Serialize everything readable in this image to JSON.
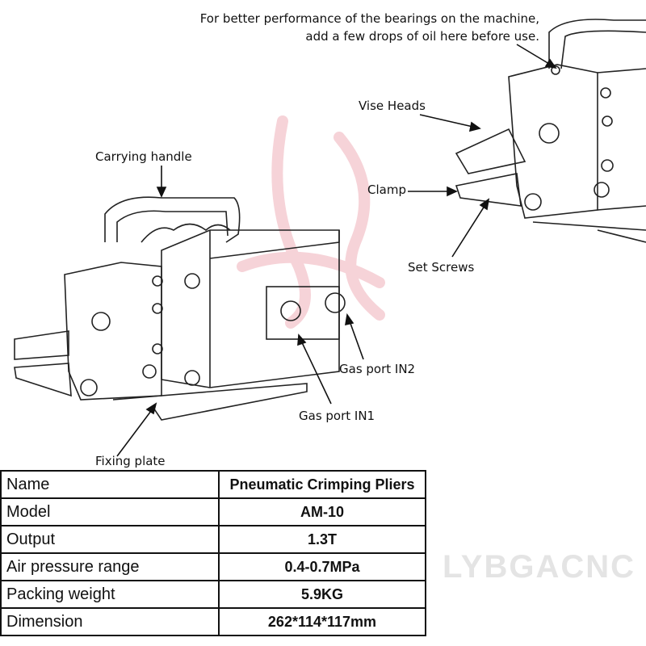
{
  "watermark": "LYBGACNC",
  "note": {
    "line1": "For better performance of the bearings on the machine,",
    "line2": "add a few drops of oil here before use."
  },
  "labels": {
    "vise_heads": "Vise Heads",
    "carrying_handle": "Carrying handle",
    "clamp": "Clamp",
    "set_screws": "Set Screws",
    "gas_port_in2": "Gas port IN2",
    "gas_port_in1": "Gas port IN1",
    "fixing_plate": "Fixing plate"
  },
  "specs": [
    {
      "label": "Name",
      "value": "Pneumatic Crimping Pliers"
    },
    {
      "label": "Model",
      "value": "AM-10"
    },
    {
      "label": "Output",
      "value": "1.3T"
    },
    {
      "label": "Air pressure range",
      "value": "0.4-0.7MPa"
    },
    {
      "label": "Packing weight",
      "value": "5.9KG"
    },
    {
      "label": "Dimension",
      "value": "262*114*117mm"
    }
  ],
  "colors": {
    "logo": "#f2c6cc",
    "watermark": "#ededed"
  }
}
